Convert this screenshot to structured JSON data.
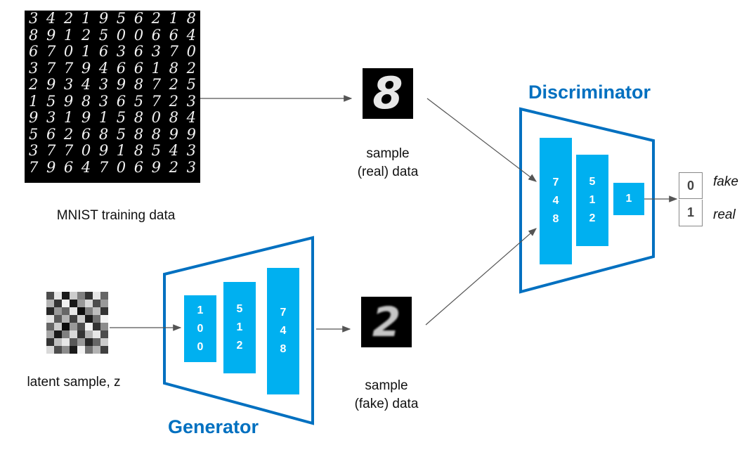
{
  "mnist": {
    "caption": "MNIST training data",
    "rows": [
      "3421956218",
      "8912500664",
      "6701636370",
      "3779466182",
      "2934398725",
      "1598365723",
      "9319158084",
      "5626858899",
      "3770918543",
      "7964706923"
    ]
  },
  "real_sample": {
    "digit": "8",
    "caption_1": "sample",
    "caption_2": "(real) data"
  },
  "fake_sample": {
    "digit": "2",
    "caption_1": "sample",
    "caption_2": "(fake) data"
  },
  "latent": {
    "caption": "latent sample, z",
    "noise": [
      0.3,
      0.9,
      0.1,
      0.8,
      0.5,
      0.2,
      0.9,
      0.4,
      0.7,
      0.2,
      0.95,
      0.1,
      0.6,
      0.85,
      0.3,
      0.6,
      0.15,
      0.6,
      0.4,
      0.9,
      0.05,
      0.5,
      0.75,
      0.2,
      0.9,
      0.35,
      0.7,
      0.25,
      0.8,
      0.1,
      0.45,
      0.95,
      0.4,
      0.8,
      0.05,
      0.6,
      0.3,
      0.95,
      0.2,
      0.55,
      0.65,
      0.1,
      0.5,
      0.85,
      0.2,
      0.7,
      0.9,
      0.3,
      0.2,
      0.75,
      0.9,
      0.35,
      0.6,
      0.15,
      0.4,
      0.8,
      0.85,
      0.3,
      0.55,
      0.1,
      0.95,
      0.45,
      0.7,
      0.25
    ]
  },
  "generator": {
    "title": "Generator",
    "layers": [
      "1\n0\n0",
      "5\n1\n2",
      "7\n4\n8"
    ]
  },
  "discriminator": {
    "title": "Discriminator",
    "layers": [
      "7\n4\n8",
      "5\n1\n2",
      "1"
    ]
  },
  "output": [
    {
      "value": "0",
      "label": "fake"
    },
    {
      "value": "1",
      "label": "real"
    }
  ],
  "colors": {
    "accent": "#0070c0",
    "layer": "#00b0f0",
    "arrow": "#555555"
  }
}
